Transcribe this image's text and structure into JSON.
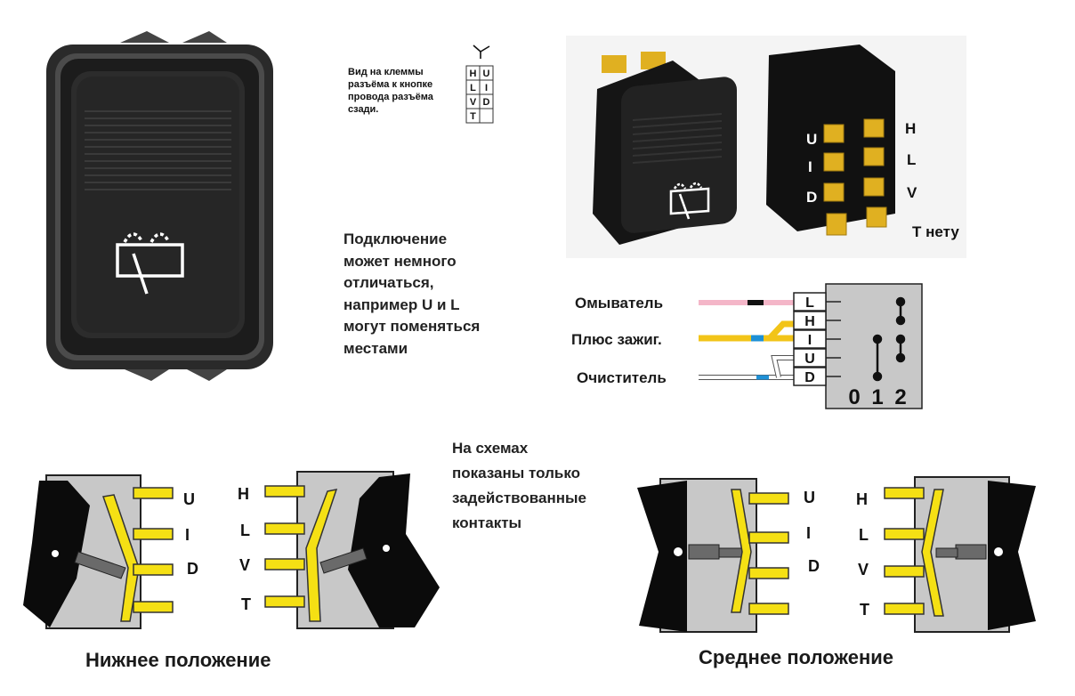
{
  "connector_note": "Вид на клеммы разъёма к кнопке провода разъёма сзади.",
  "connector_pins": [
    [
      "H",
      "U"
    ],
    [
      "L",
      "I"
    ],
    [
      "V",
      "D"
    ],
    [
      "T",
      ""
    ]
  ],
  "variance_note": [
    "Подключение",
    "может немного",
    "отличаться,",
    "например U и L",
    "могут поменяться",
    "местами"
  ],
  "photo_labels": {
    "u": "U",
    "i": "I",
    "d": "D",
    "h": "H",
    "l": "L",
    "v": "V",
    "t": "T нету"
  },
  "wiring": {
    "wire_labels": [
      "Омыватель",
      "Плюс зажиг.",
      "Очиститель"
    ],
    "terminals": [
      "L",
      "H",
      "I",
      "U",
      "D"
    ],
    "positions": [
      "0",
      "1",
      "2"
    ],
    "wire_colors": {
      "washer": "#f4b6c8",
      "ignition": "#f2c418",
      "wiper": "#ffffff",
      "marker": "#1e90d6"
    }
  },
  "schematic_note": [
    "На схемах",
    "показаны только",
    "задействованные",
    "контакты"
  ],
  "schematics": {
    "lower_caption": "Нижнее положение",
    "middle_caption": "Среднее положение",
    "left_terms": [
      "U",
      "I",
      "D"
    ],
    "right_terms": [
      "H",
      "L",
      "V",
      "T"
    ]
  },
  "colors": {
    "contact": "#f5e014",
    "body_gray": "#c8c8c8",
    "rocker": "#0b0b0b"
  }
}
